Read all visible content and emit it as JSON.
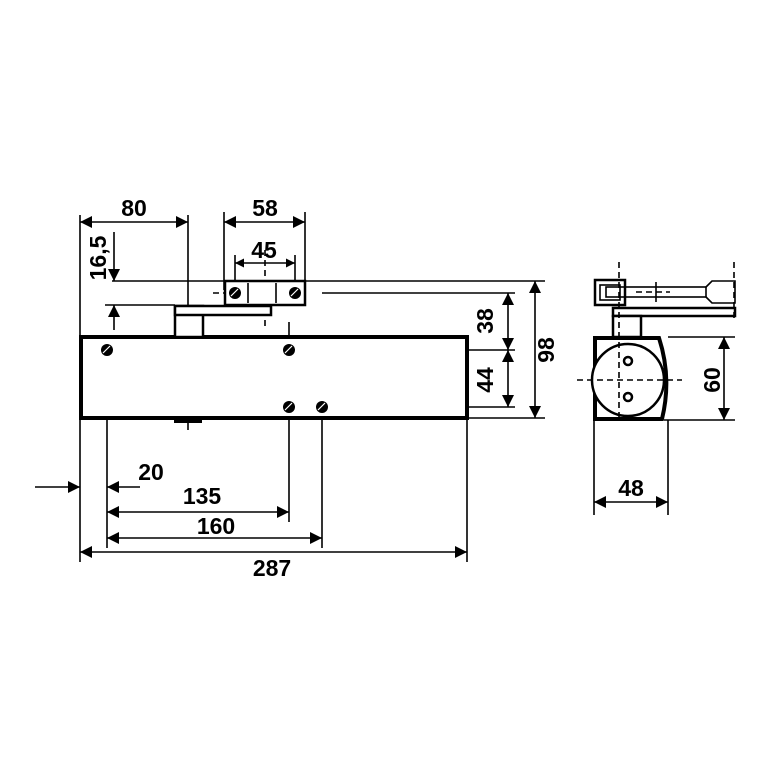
{
  "dimensions": {
    "arm_offset": "80",
    "bracket_width": "58",
    "bracket_hole_spacing": "45",
    "bracket_height": "16,5",
    "upper_hole_offset": "38",
    "hole_vertical_spacing": "44",
    "total_height": "98",
    "edge_to_first_hole": "20",
    "hole_spacing_1": "135",
    "hole_spacing_2": "160",
    "body_length": "287",
    "side_height": "60",
    "side_depth": "48"
  }
}
